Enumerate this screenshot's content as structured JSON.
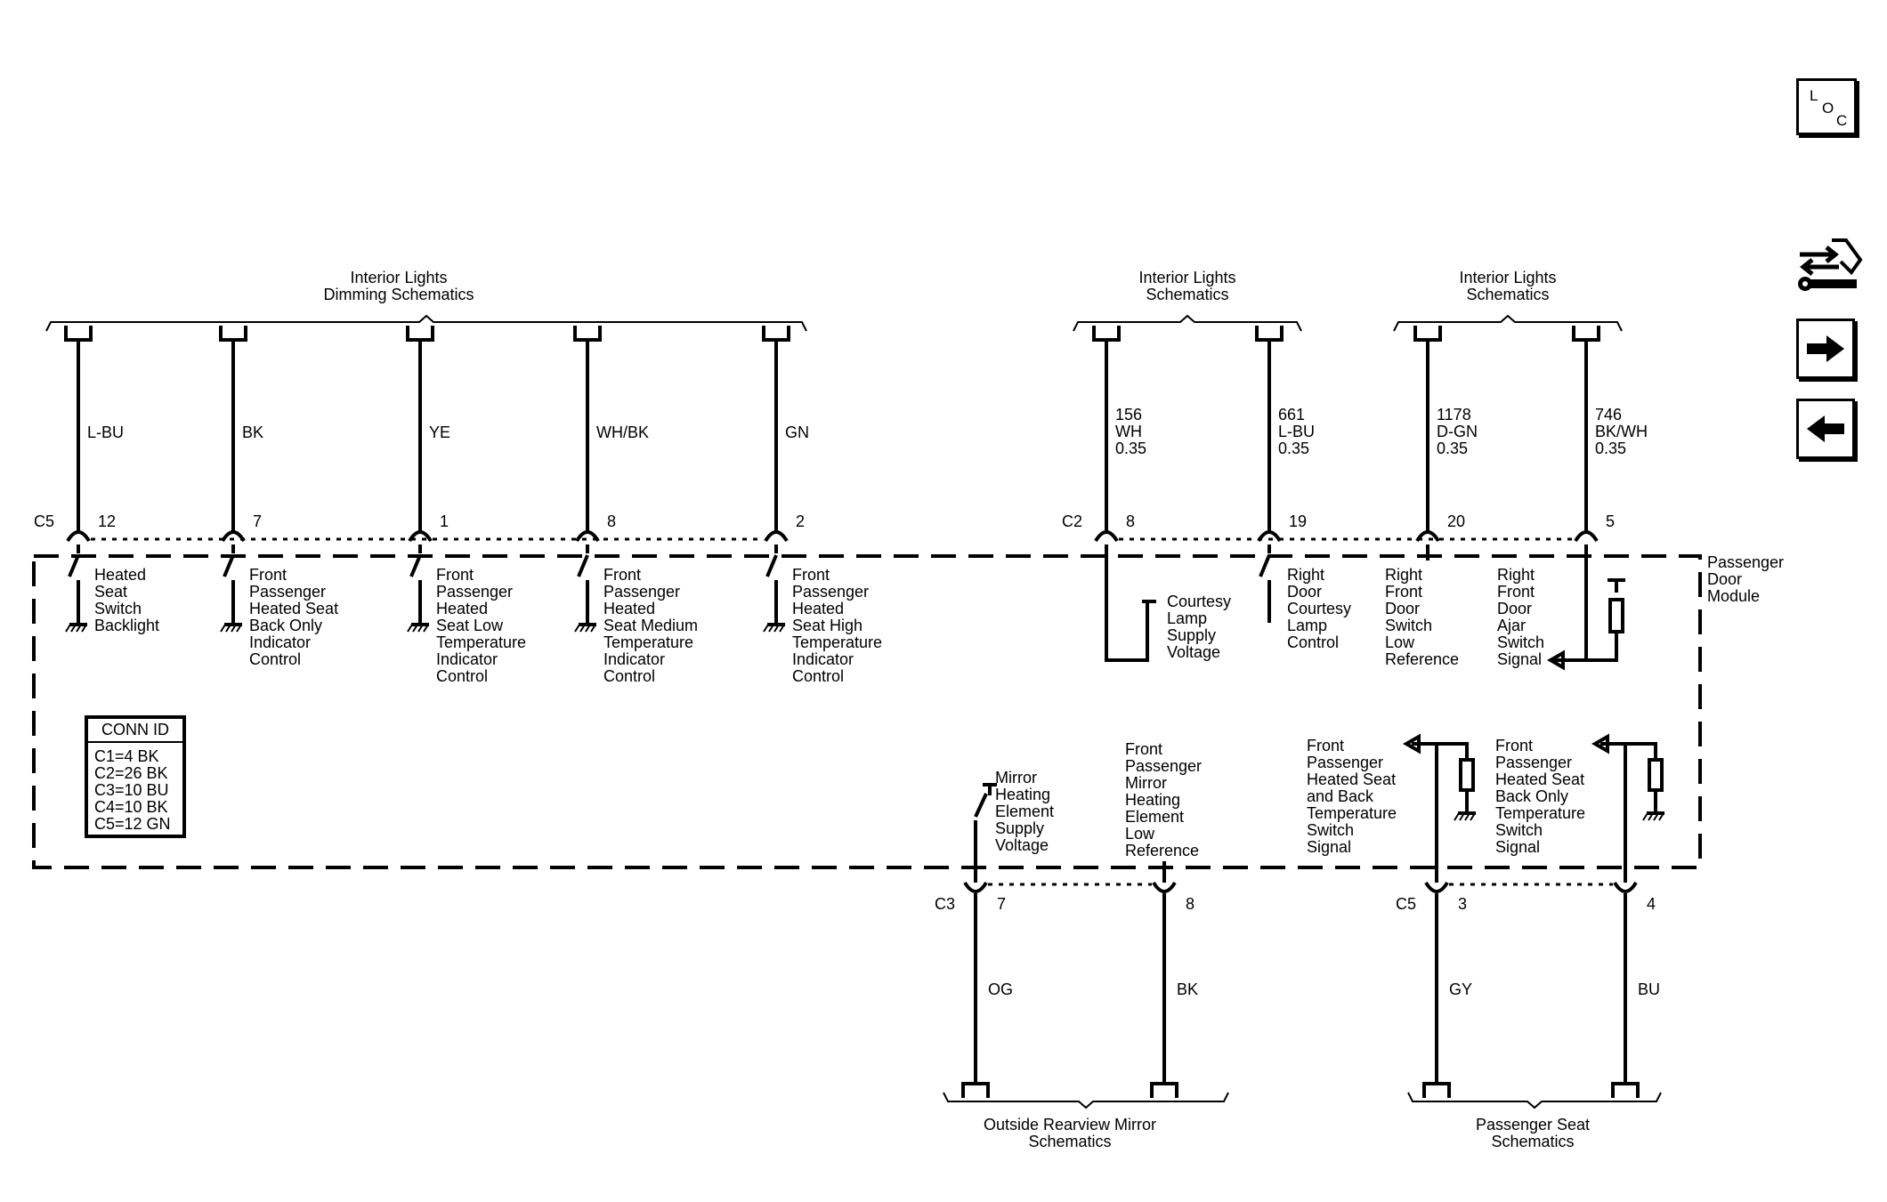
{
  "navigation": {
    "loc": {
      "l": "L",
      "o": "O",
      "c": "C"
    },
    "tools_icon": "swap-wrench-icon",
    "forward_icon": "arrow-right-icon",
    "back_icon": "arrow-left-icon"
  },
  "module": {
    "name": [
      "Passenger",
      "Door",
      "Module"
    ]
  },
  "conn_id": {
    "title": "CONN ID",
    "rows": [
      "C1=4 BK",
      "C2=26 BK",
      "C3=10 BU",
      "C4=10 BK",
      "C5=12 GN"
    ]
  },
  "destinations": {
    "dimming": [
      "Interior Lights",
      "Dimming Schematics"
    ],
    "lights_a": [
      "Interior Lights",
      "Schematics"
    ],
    "lights_b": [
      "Interior Lights",
      "Schematics"
    ],
    "mirror": [
      "Outside Rearview Mirror",
      "Schematics"
    ],
    "seat": [
      "Passenger Seat",
      "Schematics"
    ]
  },
  "top_circuits": [
    {
      "conn": "C5",
      "pin": "12",
      "wire": [
        "L-BU"
      ],
      "desc": [
        "Heated",
        "Seat",
        "Switch",
        "Backlight"
      ]
    },
    {
      "conn": "",
      "pin": "7",
      "wire": [
        "BK"
      ],
      "desc": [
        "Front",
        "Passenger",
        "Heated Seat",
        "Back Only",
        "Indicator",
        "Control"
      ]
    },
    {
      "conn": "",
      "pin": "1",
      "wire": [
        "YE"
      ],
      "desc": [
        "Front",
        "Passenger",
        "Heated",
        "Seat Low",
        "Temperature",
        "Indicator",
        "Control"
      ]
    },
    {
      "conn": "",
      "pin": "8",
      "wire": [
        "WH/BK"
      ],
      "desc": [
        "Front",
        "Passenger",
        "Heated",
        "Seat Medium",
        "Temperature",
        "Indicator",
        "Control"
      ]
    },
    {
      "conn": "",
      "pin": "2",
      "wire": [
        "GN"
      ],
      "desc": [
        "Front",
        "Passenger",
        "Heated",
        "Seat High",
        "Temperature",
        "Indicator",
        "Control"
      ]
    },
    {
      "conn": "C2",
      "pin": "8",
      "wire": [
        "156",
        "WH",
        "0.35"
      ],
      "desc": [
        "Courtesy",
        "Lamp",
        "Supply",
        "Voltage"
      ]
    },
    {
      "conn": "",
      "pin": "19",
      "wire": [
        "661",
        "L-BU",
        "0.35"
      ],
      "desc": [
        "Right",
        "Door",
        "Courtesy",
        "Lamp",
        "Control"
      ]
    },
    {
      "conn": "",
      "pin": "20",
      "wire": [
        "1178",
        "D-GN",
        "0.35"
      ],
      "desc": [
        "Right",
        "Front",
        "Door",
        "Switch",
        "Low",
        "Reference"
      ]
    },
    {
      "conn": "",
      "pin": "5",
      "wire": [
        "746",
        "BK/WH",
        "0.35"
      ],
      "desc": [
        "Right",
        "Front",
        "Door",
        "Ajar",
        "Switch",
        "Signal"
      ]
    }
  ],
  "bottom_circuits": [
    {
      "conn": "C3",
      "pin": "7",
      "wire": [
        "OG"
      ],
      "desc": [
        "Mirror",
        "Heating",
        "Element",
        "Supply",
        "Voltage"
      ]
    },
    {
      "conn": "",
      "pin": "8",
      "wire": [
        "BK"
      ],
      "desc": [
        "Front",
        "Passenger",
        "Mirror",
        "Heating",
        "Element",
        "Low",
        "Reference"
      ]
    },
    {
      "conn": "C5",
      "pin": "3",
      "wire": [
        "GY"
      ],
      "desc": [
        "Front",
        "Passenger",
        "Heated Seat",
        "and Back",
        "Temperature",
        "Switch",
        "Signal"
      ]
    },
    {
      "conn": "",
      "pin": "4",
      "wire": [
        "BU"
      ],
      "desc": [
        "Front",
        "Passenger",
        "Heated Seat",
        "Back Only",
        "Temperature",
        "Switch",
        "Signal"
      ]
    }
  ]
}
